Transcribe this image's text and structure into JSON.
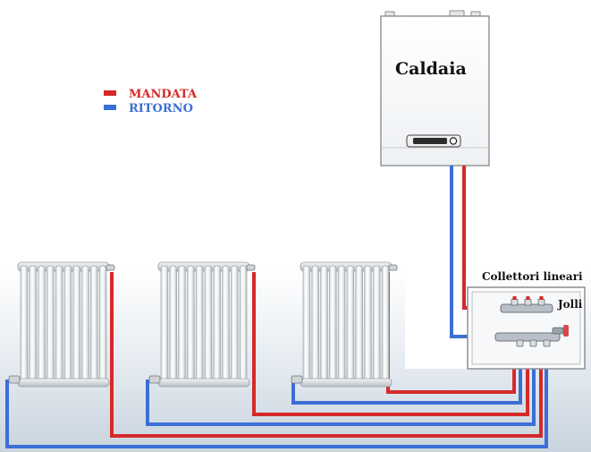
{
  "legend": {
    "mandata_label": "MANDATA",
    "ritorno_label": "RITORNO",
    "mandata_color": "#d42a2a",
    "ritorno_color": "#3b6fd6"
  },
  "boiler": {
    "label": "Caldaia"
  },
  "manifold": {
    "label": "Collettori lineari",
    "brand_label": "Jolli"
  },
  "radiators": [
    {
      "name": "radiator-1",
      "columns": 10
    },
    {
      "name": "radiator-2",
      "columns": 10
    },
    {
      "name": "radiator-3",
      "columns": 10
    }
  ]
}
